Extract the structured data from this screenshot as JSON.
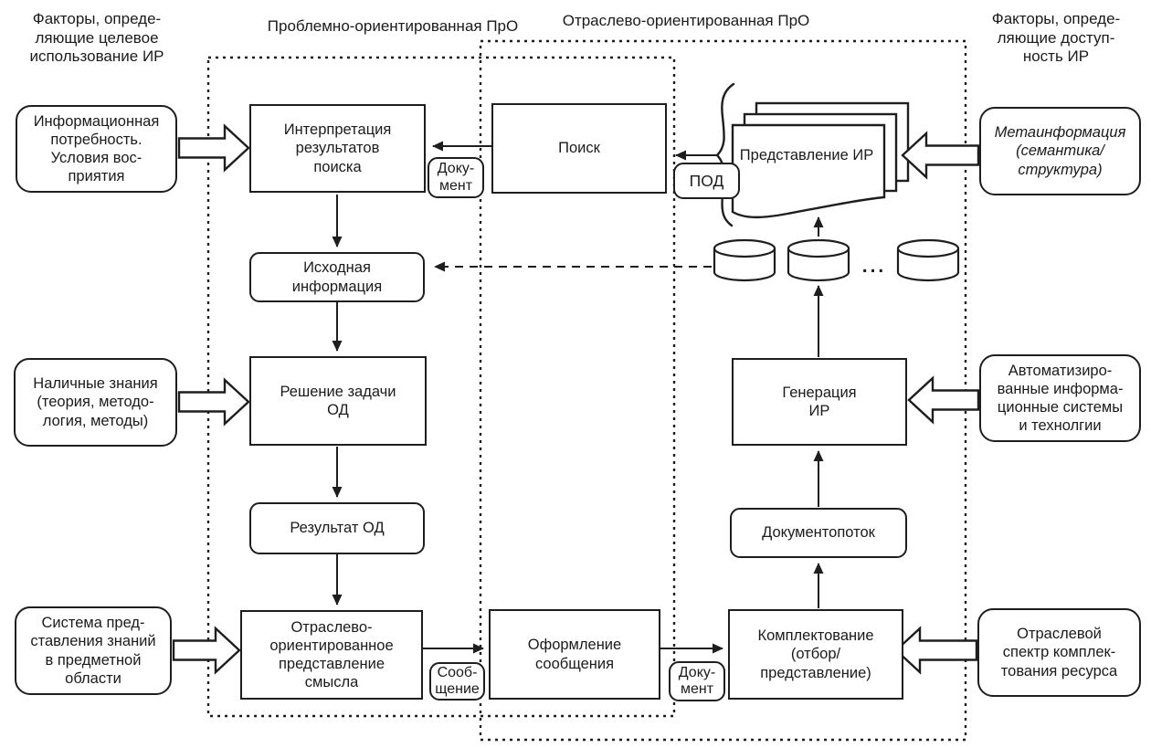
{
  "headers": {
    "factors_left": "Факторы, опреде-\nляющие целевое\nиспользование ИР",
    "region_problem": "Проблемно-ориентированная ПрО",
    "region_industry": "Отраслево-ориентированная ПрО",
    "factors_right": "Факторы, опреде-\nляющие доступ-\nность ИР"
  },
  "inputs": {
    "info_need": "Информационная\nпотребность.\nУсловия вос-\nприятия",
    "knowledge": "Наличные знания\n(теория, методо-\nлогия, методы)",
    "knowledge_system": "Система пред-\nставления знаний\nв предметной\nобласти"
  },
  "resources": {
    "metainfo": "Метаинформация\n(семантика/\nструктура)",
    "ais": "Автоматизиро-\nванные информа-\nционные системы\nи технолгии",
    "industry_spectrum": "Отраслевой\nспектр комплек-\nтования ресурса"
  },
  "process": {
    "interpretation": "Интерпретация\nрезультатов\nпоиска",
    "search": "Поиск",
    "ir_presentation": "Представление ИР",
    "initial_info": "Исходная\nинформация",
    "od_solution": "Решение задачи\nОД",
    "od_result": "Результат ОД",
    "industry_meaning": "Отраслево-\nориентированное\nпредставление\nсмысла",
    "message_design": "Оформление\nсообщения",
    "acquisition": "Комплектование\n(отбор/\nпредставление)",
    "doc_flow": "Документопоток",
    "ir_generation": "Генерация\nИР"
  },
  "connectors": {
    "document_top": "Доку-\nмент",
    "pod": "ПОД",
    "message": "Сооб-\nщение",
    "document_bottom": "Доку-\nмент",
    "ellipsis": "..."
  },
  "colors": {
    "ink": "#1e1e1e",
    "background": "#ffffff"
  }
}
